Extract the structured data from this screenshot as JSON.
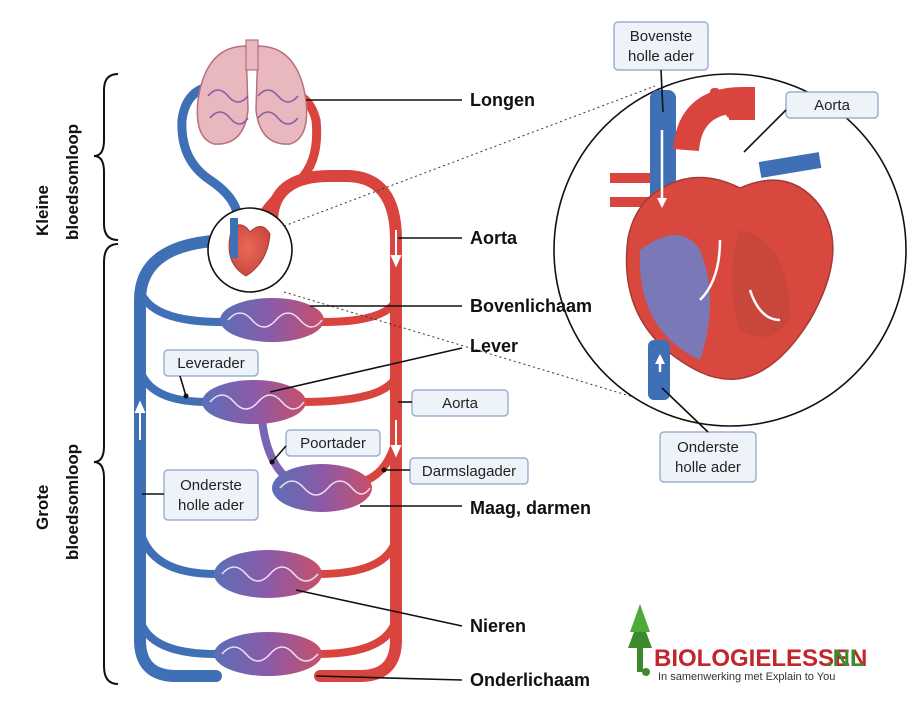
{
  "labels": {
    "longen": "Longen",
    "aorta_main": "Aorta",
    "bovenlichaam": "Bovenlichaam",
    "lever": "Lever",
    "maag_darmen": "Maag, darmen",
    "nieren": "Nieren",
    "onderlichaam": "Onderlichaam"
  },
  "boxes": {
    "leverader": "Leverader",
    "poortader": "Poortader",
    "aorta_mid": "Aorta",
    "darmslagader": "Darmslagader",
    "onderste_holle_ader_line1": "Onderste",
    "onderste_holle_ader_line2": "holle ader"
  },
  "heart_detail": {
    "bovenste_line1": "Bovenste",
    "bovenste_line2": "holle ader",
    "aorta": "Aorta",
    "onderste_line1": "Onderste",
    "onderste_line2": "holle ader"
  },
  "side_labels": {
    "kleine_line1": "Kleine",
    "kleine_line2": "bloedsomloop",
    "grote_line1": "Grote",
    "grote_line2": "bloedsomloop"
  },
  "logo": {
    "brand_part1": "BIOLOGIELESSEN",
    "brand_part2": ".NL",
    "tagline": "In samenwerking met Explain to You"
  },
  "colors": {
    "vein_blue": "#3f6fb5",
    "artery_red": "#d9443f",
    "capillary_purple": "#8a5aa8",
    "lung_pink": "#e9b8be",
    "logo_green": "#3d8a2e",
    "logo_red": "#c0262c"
  }
}
